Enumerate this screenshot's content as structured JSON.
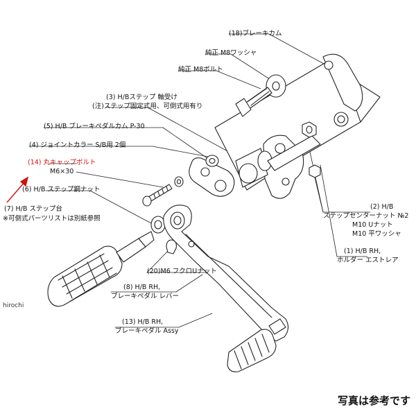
{
  "labels": {
    "p18": "(18)ブレーキカム",
    "washer": "純正 M8ワッシャ",
    "bolt": "純正 M8ボルト",
    "p3a": "(3) H/Bステップ 軸受け",
    "p3b": "(注)ステップ固定式用、可倒式用有り",
    "p5": "(5) H/B ブレーキペダルカム P-30",
    "p4": "(4) ジョイントカラー S/B用 2個",
    "p14a": "(14) 丸キャップボルト",
    "p14b": "M6×30",
    "p6": "(6) H/B ステップ鋼ナット",
    "p7a": "(7) H/B ステップ台",
    "p7b": "※可倒式パーツリストは別紙参照",
    "p2a": "(2) H/B",
    "p2b": "ステップセンターナット №2",
    "p2c": "M10 Uナット",
    "p2d": "M10 平ワッシャ",
    "p1a": "(1) H/B RH,",
    "p1b": "ホルダー エストレア",
    "p20": "(20)M6 フクロUナット",
    "p8a": "(8) H/B RH,",
    "p8b": "ブレーキペダル レバー",
    "p13a": "(13) H/B RH,",
    "p13b": "ブレーキペダル Assy"
  },
  "watermark": "hirochi",
  "photo_note": "写真は参考です",
  "colors": {
    "line": "#222222",
    "arrow": "#d01010",
    "background": "#ffffff"
  }
}
